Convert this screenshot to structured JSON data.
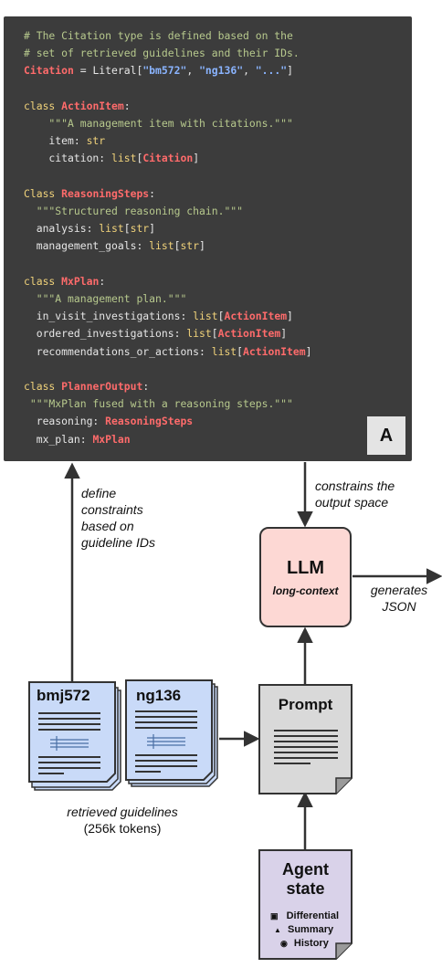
{
  "code": {
    "l1": "# The Citation type is defined based on the",
    "l2": "# set of retrieved guidelines and their IDs.",
    "l3a": "Citation",
    "l3b": " = ",
    "l3c": "Literal",
    "l3d": "[",
    "l3e": "\"bm572\"",
    "l3f": ", ",
    "l3g": "\"ng136\"",
    "l3h": ", ",
    "l3i": "\"...\"",
    "l3j": "]",
    "l5a": "class ",
    "l5b": "ActionItem",
    "l5c": ":",
    "l6": "    \"\"\"A management item with citations.\"\"\"",
    "l7a": "    item: ",
    "l7b": "str",
    "l8a": "    citation: ",
    "l8b": "list",
    "l8c": "[",
    "l8d": "Citation",
    "l8e": "]",
    "l10a": "Class ",
    "l10b": "ReasoningSteps",
    "l10c": ":",
    "l11": "  \"\"\"Structured reasoning chain.\"\"\"",
    "l12a": "  analysis: ",
    "l12b": "list",
    "l12c": "[",
    "l12d": "str",
    "l12e": "]",
    "l13a": "  management_goals: ",
    "l13b": "list",
    "l13c": "[",
    "l13d": "str",
    "l13e": "]",
    "l15a": "class ",
    "l15b": "MxPlan",
    "l15c": ":",
    "l16": "  \"\"\"A management plan.\"\"\"",
    "l17a": "  in_visit_investigations: ",
    "l17b": "list",
    "l17c": "[",
    "l17d": "ActionItem",
    "l17e": "]",
    "l18a": "  ordered_investigations: ",
    "l18b": "list",
    "l18c": "[",
    "l18d": "ActionItem",
    "l18e": "]",
    "l19a": "  recommendations_or_actions: ",
    "l19b": "list",
    "l19c": "[",
    "l19d": "ActionItem",
    "l19e": "]",
    "l21a": "class ",
    "l21b": "PlannerOutput",
    "l21c": ":",
    "l22": " \"\"\"MxPlan fused with a reasoning steps.\"\"\"",
    "l23a": "  reasoning: ",
    "l23b": "ReasoningSteps",
    "l24a": "  mx_plan: ",
    "l24b": "MxPlan",
    "badge": "A"
  },
  "labels": {
    "define_constraints": [
      "define",
      "constraints",
      "based on",
      "guideline IDs"
    ],
    "constrains": [
      "constrains the",
      "output space"
    ],
    "generates": [
      "generates",
      "JSON"
    ],
    "retrieved": [
      "retrieved guidelines",
      "(256k tokens)"
    ]
  },
  "llm": {
    "title": "LLM",
    "subtitle": "long-context"
  },
  "guidelines": [
    {
      "title": "bmj572"
    },
    {
      "title": "ng136"
    }
  ],
  "prompt": {
    "title": "Prompt"
  },
  "agent_state": {
    "title_line1": "Agent",
    "title_line2": "state",
    "items": [
      "Differential",
      "Summary",
      "History"
    ]
  },
  "colors": {
    "code_bg": "#3c3c3c",
    "llm_fill": "#fdd8d4",
    "guideline_fill": "#c9daf8",
    "prompt_fill": "#d9d9d9",
    "agent_fill": "#d9d2e9"
  }
}
